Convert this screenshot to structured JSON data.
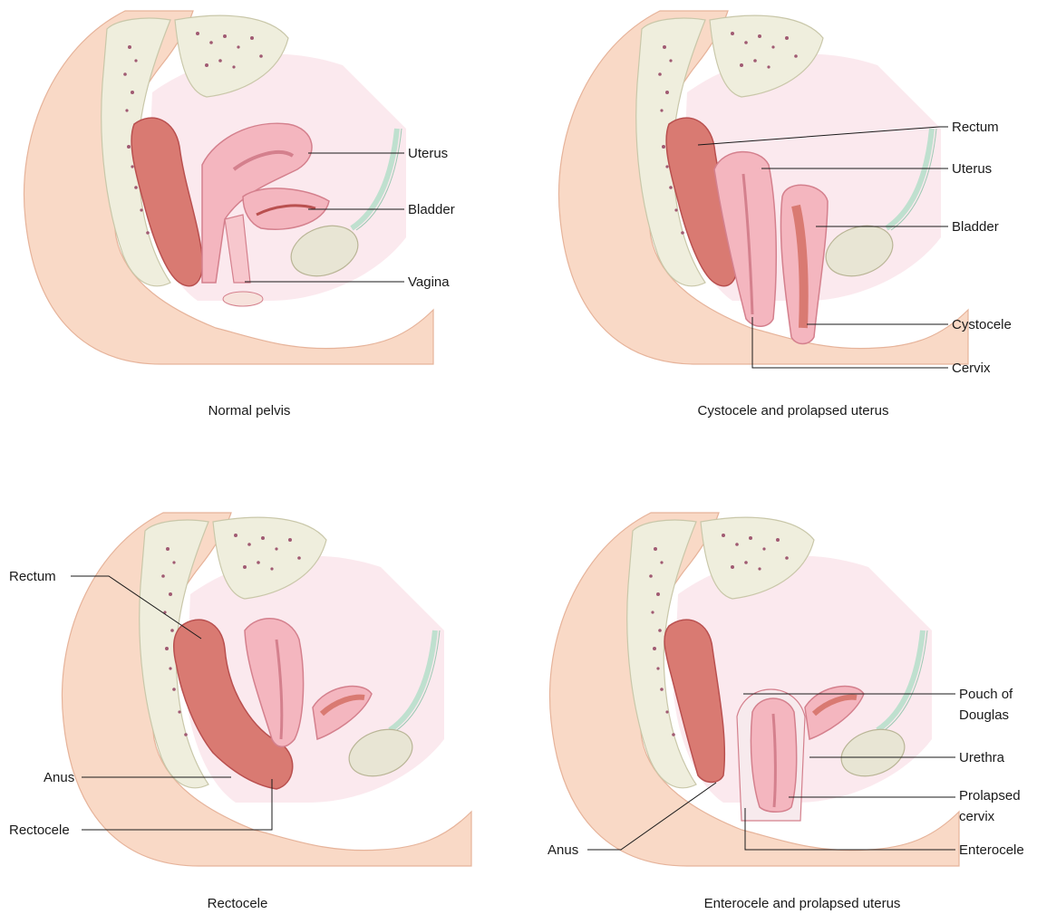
{
  "panels": [
    {
      "caption": "Normal pelvis",
      "labels": [
        "Uterus",
        "Bladder",
        "Vagina"
      ]
    },
    {
      "caption": "Cystocele and prolapsed uterus",
      "labels": [
        "Rectum",
        "Uterus",
        "Bladder",
        "Cystocele",
        "Cervix"
      ]
    },
    {
      "caption": "Rectocele",
      "labels": [
        "Rectum",
        "Anus",
        "Rectocele"
      ]
    },
    {
      "caption": "Enterocele and prolapsed uterus",
      "labels": [
        "Pouch of",
        "Douglas",
        "Urethra",
        "Prolapsed",
        "cervix",
        "Enterocele",
        "Anus"
      ]
    }
  ],
  "colors": {
    "skin": "#f9d9c6",
    "skin_edge": "#e6b39a",
    "bone": "#efeedd",
    "bone_edge": "#c9c7a9",
    "marrow": "#a05a72",
    "cavity": "#fbe9ee",
    "rectum": "#d97a72",
    "rectum_edge": "#b9504f",
    "organ": "#f4b6bf",
    "organ_edge": "#d4808d",
    "bladder": "#e8e5d4",
    "bladder_edge": "#b9b596",
    "ligament": "#bfe0cf"
  },
  "icons": [
    "pelvis-anatomy-illustration"
  ]
}
